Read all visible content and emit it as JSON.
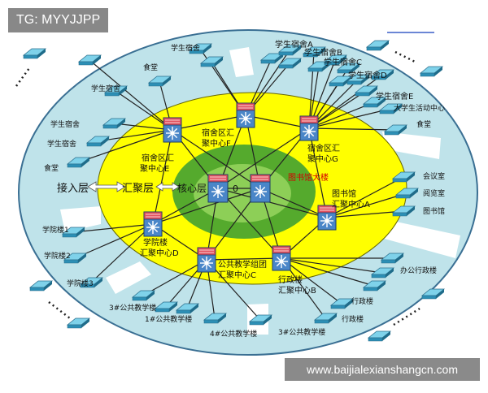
{
  "watermark_top_left": "TG: MYYJJPP",
  "watermark_bottom_right": "www.baijialexianshangcn.com",
  "layers": {
    "access": "接入层",
    "aggregation": "汇聚层",
    "core": "核心层"
  },
  "core_text": "0",
  "library_building": "图书馆大楼",
  "aggregation_nodes": {
    "E": "宿舍区汇聚中心E",
    "F": "宿舍区汇聚中心F",
    "G": "宿舍区汇聚中心G",
    "A": "图书馆汇聚中心A",
    "B": "行政楼汇聚中心B",
    "C": "公共教学组团汇聚中心C",
    "D": "学院楼汇聚中心D"
  },
  "endpoints": {
    "dorm_top": "学生宿舍",
    "dorm_a": "学生宿舍A",
    "dorm_b": "学生宿舍B",
    "dorm_c": "学生宿舍C",
    "dorm_d": "学生宿舍D",
    "dorm_e": "学生宿舍E",
    "activity_center": "大学生活动中心",
    "canteen_right": "食堂",
    "canteen_top": "食堂",
    "dorm_left1": "学生宿舍",
    "dorm_left2": "学生宿舍",
    "dorm_left3": "学生宿舍",
    "canteen_left": "食堂",
    "meeting_room": "会议室",
    "reading_room": "阅览室",
    "library": "图书馆",
    "office_building": "办公行政楼",
    "admin1": "行政楼",
    "admin2": "行政楼",
    "college1": "学院楼1",
    "college2": "学院楼2",
    "college3": "学院楼3",
    "teach3": "3#公共教学楼",
    "teach1": "1#公共教学楼",
    "teach4": "4#公共教学楼",
    "teach3b": "3#公共教学楼"
  },
  "colors": {
    "outer_ring": "#bfe3ea",
    "yellow_ring": "#ffff00",
    "core_fill": "#55aa2d",
    "core_inner": "#8dcf57",
    "switch_body": "#4a86c8",
    "switch_top": "#e2505e",
    "red_text": "#d40000"
  }
}
